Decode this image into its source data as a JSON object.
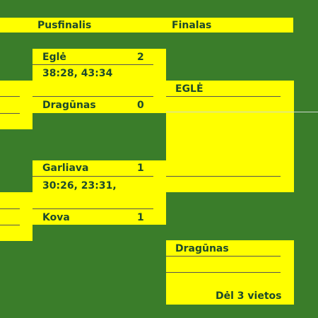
{
  "header": {
    "semifinals": "Pusfinalis",
    "finals": "Finalas"
  },
  "semifinal_1": {
    "team_a": {
      "name": "Eglė",
      "score": "2"
    },
    "sets": "38:28, 43:34",
    "team_b": {
      "name": "Dragūnas",
      "score": "0"
    }
  },
  "semifinal_2": {
    "team_a": {
      "name": "Garliava",
      "score": "1"
    },
    "sets": "30:26, 23:31,",
    "team_b": {
      "name": "Kova",
      "score": "1"
    }
  },
  "final": {
    "winner": "EGLĖ"
  },
  "third_place": {
    "team": "Dragūnas",
    "label": "Dėl 3 vietos"
  },
  "colors": {
    "background": "#3a7d2a",
    "panel": "#ffff00",
    "text": "#1d4a2c"
  }
}
